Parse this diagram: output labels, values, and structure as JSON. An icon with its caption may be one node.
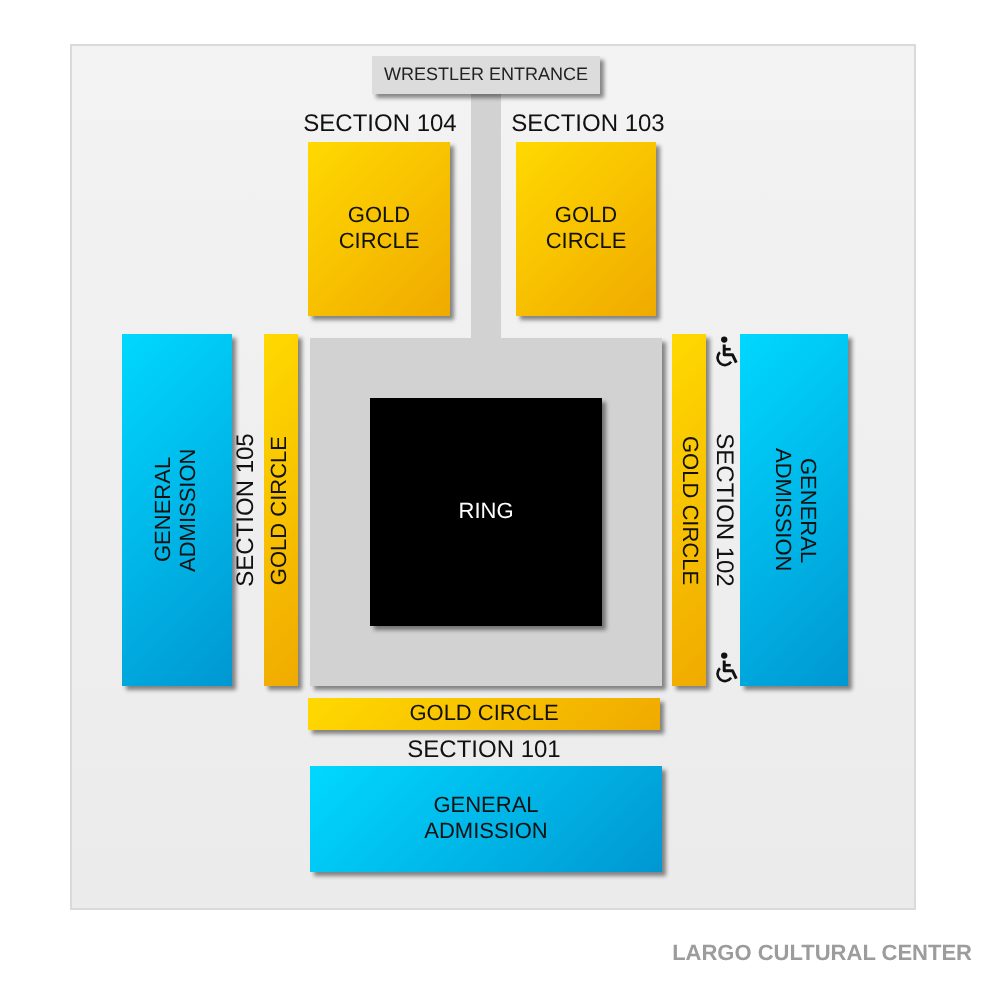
{
  "diagram": {
    "caption": "LARGO CULTURAL CENTER",
    "nodes": [
      {
        "text": [
          "WRESTLER ENTRANCE"
        ]
      },
      {
        "text": [
          "GOLD CIRCLE"
        ]
      },
      {
        "text": [
          "GOLD CIRCLE"
        ]
      },
      {
        "text": [
          "GENERAL ADMISSION"
        ]
      },
      {
        "text": [
          "GOLD CIRCLE"
        ]
      },
      {
        "text": [],
        "shape": "box"
      },
      {
        "text": [
          "RING"
        ],
        "in": 5
      },
      {
        "text": [
          "GOLD CIRCLE"
        ]
      },
      {
        "text": [
          "GENERAL ADMISSION"
        ]
      },
      {
        "text": [
          "GOLD CIRCLE"
        ]
      },
      {
        "text": [
          "GENERAL ADMISSION"
        ]
      }
    ],
    "edges": [
      {
        "from": 0,
        "to": 5,
        "arrow": "none"
      }
    ],
    "labels": [
      "SECTION 104",
      "SECTION 103",
      "SECTION 105",
      "SECTION 102",
      "SECTION 101"
    ]
  }
}
